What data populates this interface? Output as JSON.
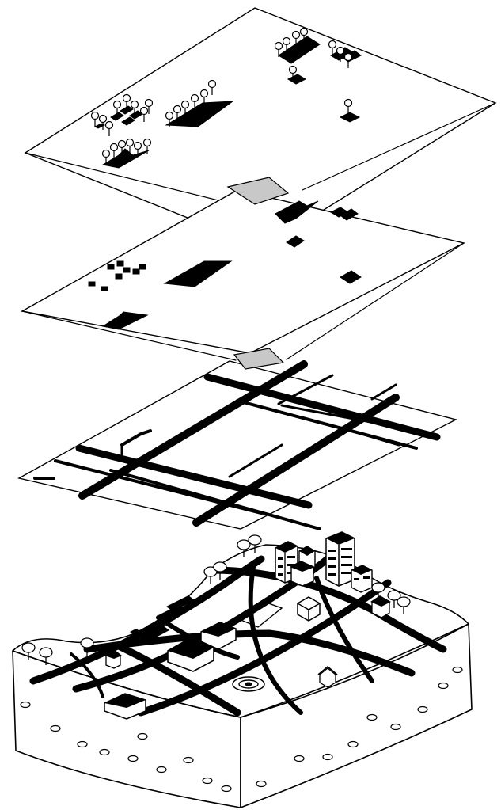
{
  "diagram": {
    "kind": "exploded-isometric-urban-layers",
    "colors": {
      "ink": "#000000",
      "paper": "#ffffff",
      "highlight": "#c8c8c8"
    },
    "layers": [
      {
        "id": "trees-and-buildings"
      },
      {
        "id": "building-footprints"
      },
      {
        "id": "street-network"
      },
      {
        "id": "terrain-city-block"
      }
    ]
  }
}
